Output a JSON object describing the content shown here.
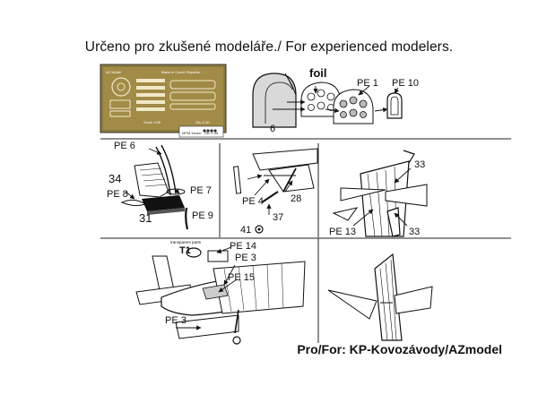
{
  "header": {
    "text": "Určeno pro zkušené modeláře./ For experienced modelers."
  },
  "footer": {
    "text": "Pro/For: KP-Kovozávody/AZmodel"
  },
  "panels": {
    "fret": {
      "header_left": "AZ Model",
      "header_mid": "Made in Czech Republic",
      "scale": "Scale 1/48",
      "kit": "Zlin Z-50",
      "brand": "MPM Model",
      "brand2": "Zlin 1:48"
    },
    "instrument_panel": {
      "labels": {
        "foil": "foil",
        "pe1": "PE 1",
        "pe10": "PE 10",
        "six": "6"
      }
    },
    "seat": {
      "labels": {
        "pe6": "PE 6",
        "n34": "34",
        "pe8": "PE 8",
        "pe7": "PE 7",
        "n31": "31",
        "pe9": "PE 9"
      }
    },
    "gear": {
      "labels": {
        "pe4": "PE 4",
        "n28": "28",
        "n37": "37",
        "n41": "41"
      }
    },
    "wing": {
      "labels": {
        "n33a": "33",
        "pe13": "PE 13",
        "n33b": "33"
      }
    },
    "fuselage": {
      "labels": {
        "transparent": "transparent parts",
        "t1": "T1",
        "pe14": "PE 14",
        "pe3a": "PE 3",
        "pe15": "PE 15",
        "pe3b": "PE 3"
      }
    }
  }
}
